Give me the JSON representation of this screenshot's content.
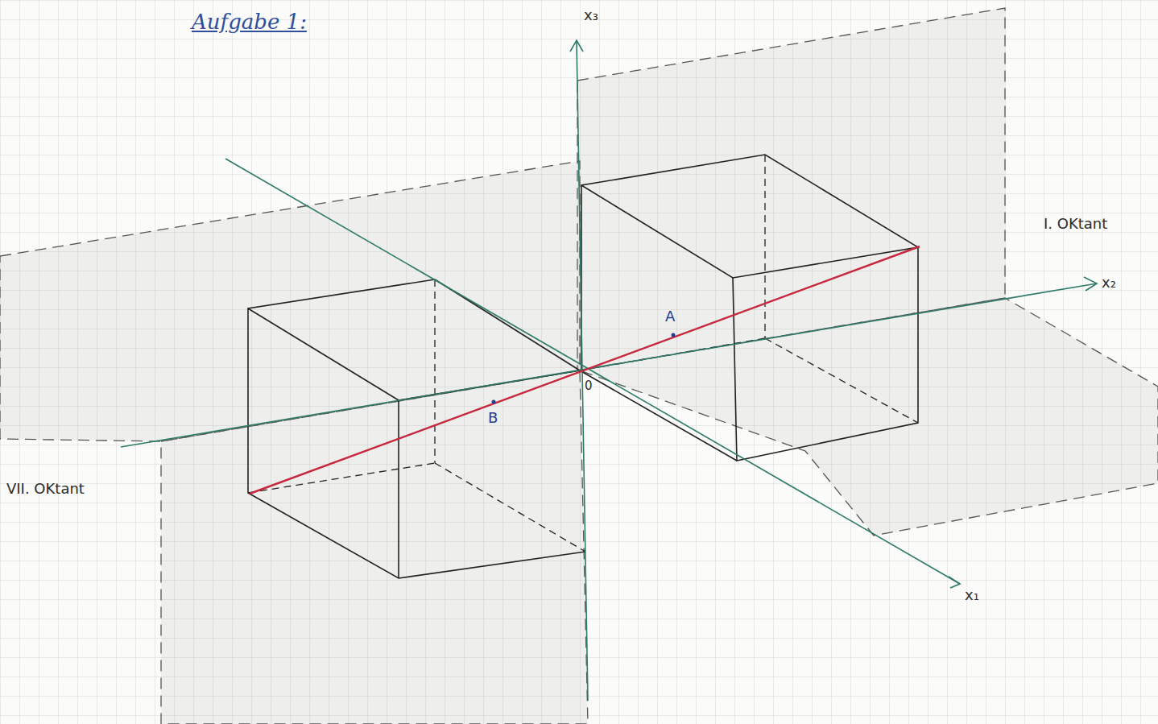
{
  "diagram": {
    "title": "Aufgabe 1:",
    "labels": [
      "x₃",
      "x₂",
      "x₁",
      "I. OKtant",
      "VII. OKtant",
      "A",
      "B",
      "0"
    ]
  }
}
